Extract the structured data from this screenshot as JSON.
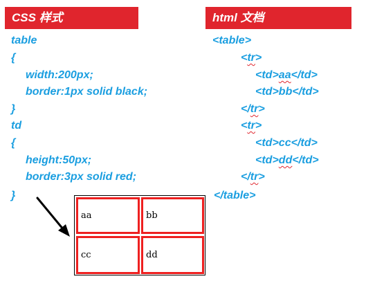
{
  "css_panel": {
    "title": "CSS 样式",
    "lines": [
      "table",
      "{",
      "width:200px;",
      "border:1px solid black;",
      "}",
      "td",
      "{",
      "height:50px;",
      "border:3px solid red;",
      "}"
    ]
  },
  "html_panel": {
    "title": "html 文档",
    "table_open": "<table>",
    "tr_open": "<tr>",
    "tr_close": "</tr>",
    "table_close": "</table>",
    "td_open": "<td>",
    "td_close": "</td>",
    "cells": [
      "aa",
      "bb",
      "cc",
      "dd"
    ]
  },
  "demo_table": {
    "cells": [
      "aa",
      "bb",
      "cc",
      "dd"
    ],
    "cell_border_color": "#ee2020",
    "table_border_color": "#000000"
  },
  "colors": {
    "header_bg": "#e0252d",
    "code_text": "#1a9ee0",
    "squiggle": "#e0252d"
  }
}
